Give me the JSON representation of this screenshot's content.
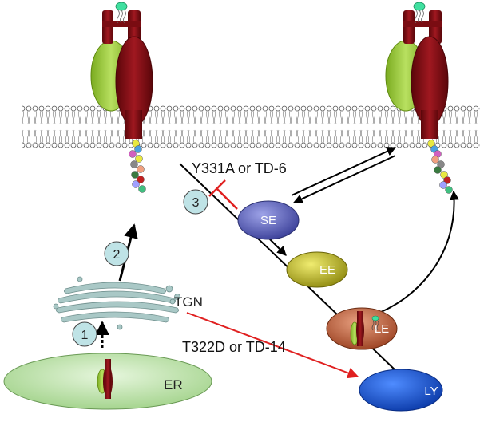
{
  "labels": {
    "mutation_top": "Y331A or TD-6",
    "mutation_bottom": "T322D or TD-14",
    "tgn": "TGN",
    "er": "ER",
    "se": "SE",
    "ee": "EE",
    "le": "LE",
    "ly": "LY"
  },
  "steps": [
    "1",
    "2",
    "3"
  ],
  "colors": {
    "receptor_dark": "#8b0f14",
    "receptor_light": "#9acd32",
    "se": "#5a5fb8",
    "ee": "#c8c020",
    "le": "#b05030",
    "ly": "#1a4fd0",
    "er": "#bfe3a8",
    "golgi": "#a9c8c6",
    "inhibit": "#e02020",
    "arrow_red": "#e02020",
    "step_circle": "#bfe3e6",
    "gpi_anchor": "#40e0a0"
  },
  "icons": {
    "receptor": "receptor-complex-icon",
    "bead_tail": "cytoplasmic-tail-beads-icon",
    "golgi": "golgi-stack-icon",
    "membrane": "lipid-bilayer-icon"
  }
}
